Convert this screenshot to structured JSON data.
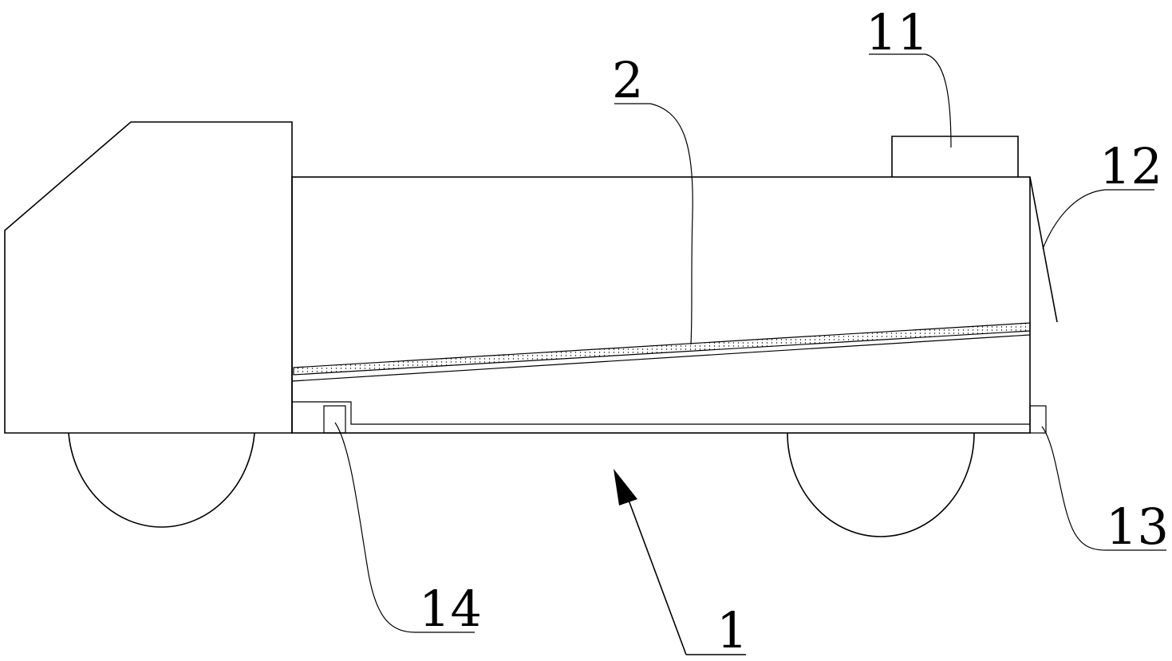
{
  "labels": {
    "vehicle": "1",
    "inclined_plate": "2",
    "top_box": "11",
    "rear_door": "12",
    "rear_block": "13",
    "front_block": "14"
  }
}
